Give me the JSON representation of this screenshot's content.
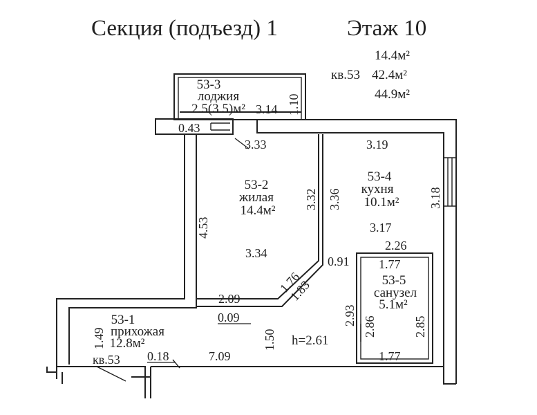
{
  "header": {
    "section": "Секция (подъезд) 1",
    "floor": "Этаж 10"
  },
  "summary": {
    "apartment_label": "кв.53",
    "living_area": "14.4м²",
    "total_area": "42.4м²",
    "area_with_loggia": "44.9м²"
  },
  "rooms": {
    "loggia": {
      "id": "53-3",
      "name": "лоджия",
      "area": "2.5(3.5)м²"
    },
    "living": {
      "id": "53-2",
      "name": "жилая",
      "area": "14.4м²"
    },
    "kitchen": {
      "id": "53-4",
      "name": "кухня",
      "area": "10.1м²"
    },
    "bathroom": {
      "id": "53-5",
      "name": "санузел",
      "area": "5.1м²"
    },
    "hall": {
      "id": "53-1",
      "name": "прихожая",
      "area": "12.8м²"
    }
  },
  "dimensions": {
    "loggia_depth": "1.10",
    "loggia_width": "3.14",
    "door_sill": "0.43",
    "living_top": "3.33",
    "kitchen_top": "3.19",
    "living_right": "3.32",
    "kitchen_left": "3.36",
    "kitchen_right": "3.18",
    "living_left": "4.53",
    "kitchen_bottom": "3.17",
    "bath_top_outer": "2.26",
    "living_bottom": "3.34",
    "diag_outer": "1.76",
    "diag_inner": "1.83",
    "niche": "0.91",
    "bath_top": "1.77",
    "living_wall": "2.09",
    "step": "0.09",
    "bath_left_outer": "2.93",
    "bath_left": "2.86",
    "bath_right": "2.85",
    "hall_left": "1.49",
    "hall_mid": "1.50",
    "door_offset": "0.18",
    "hall_bottom": "7.09",
    "bath_bottom": "1.77",
    "entry_label": "кв.53"
  },
  "ceiling_height": "h=2.61"
}
